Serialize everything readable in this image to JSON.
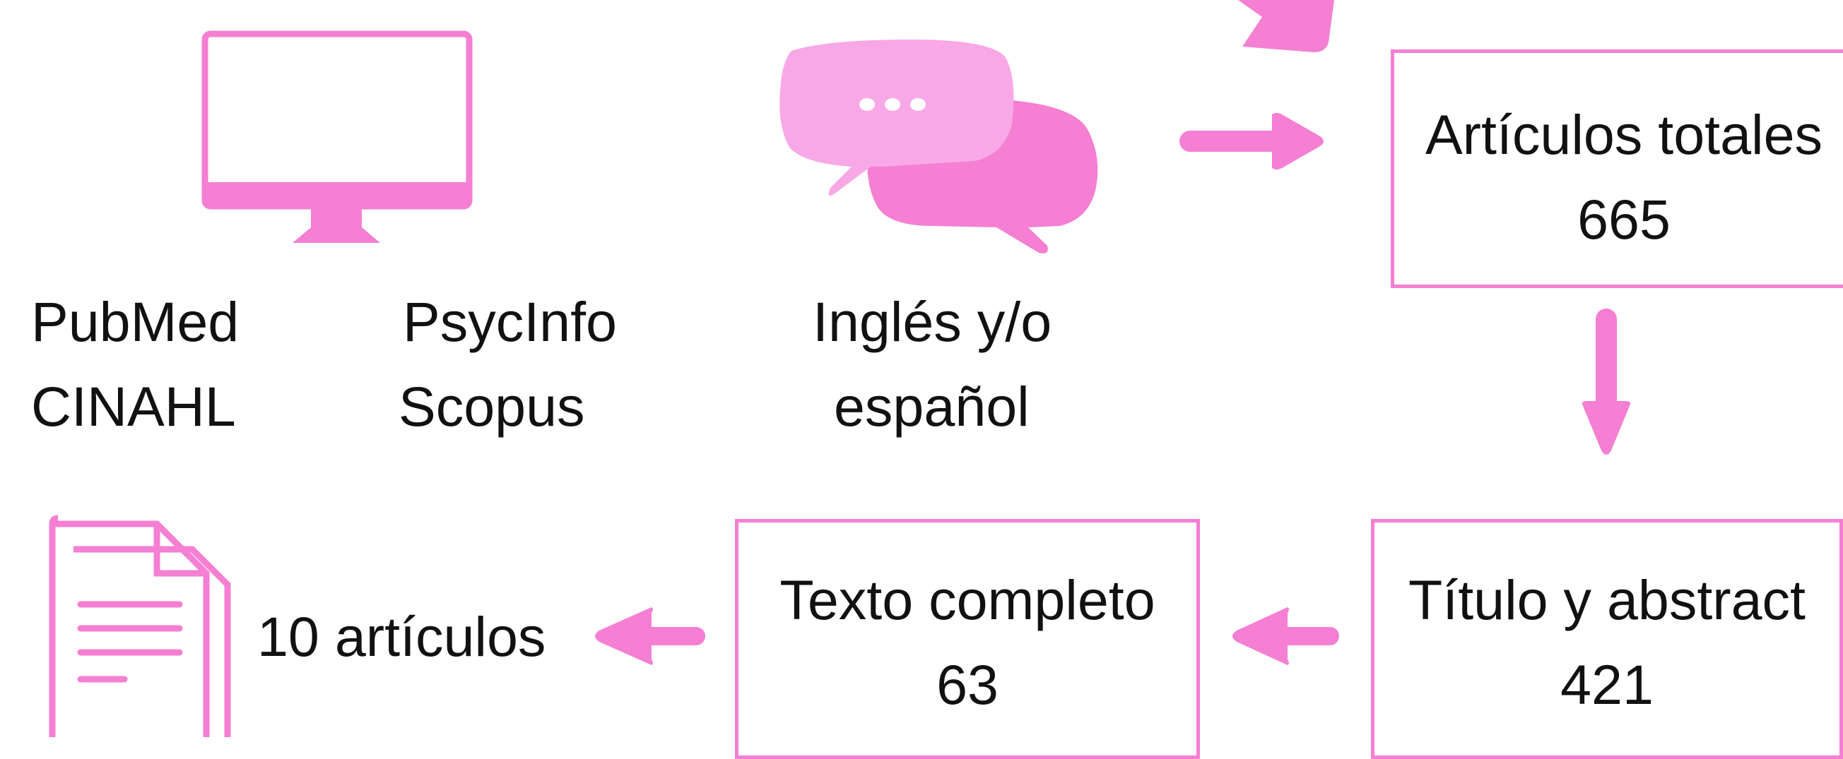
{
  "colors": {
    "accent": "#f57fd2",
    "accent_light": "#f8a8e6",
    "text": "#111111"
  },
  "databases": {
    "col1": [
      "PubMed",
      "CINAHL"
    ],
    "col2": [
      "PsycInfo",
      "Scopus"
    ]
  },
  "language": {
    "line1": "Inglés y/o",
    "line2": "español"
  },
  "boxes": {
    "total": {
      "title": "Artículos totales",
      "count": "665"
    },
    "title_abstract": {
      "title": "Título y abstract",
      "count": "421"
    },
    "full_text": {
      "title": "Texto completo",
      "count": "63"
    }
  },
  "result": {
    "label": "10 artículos"
  }
}
